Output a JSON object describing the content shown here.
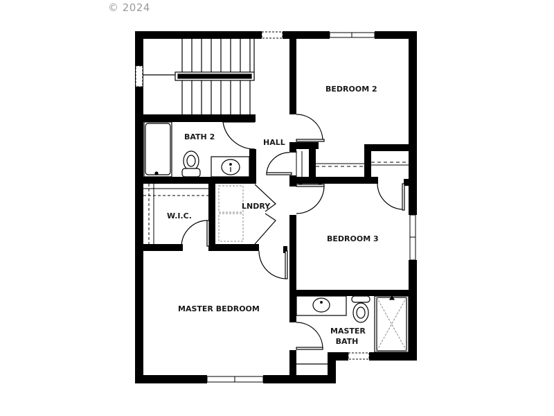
{
  "copyright": "© 2024",
  "plan": {
    "wall_color": "#000000",
    "background": "#ffffff",
    "rooms": [
      {
        "id": "bedroom-2",
        "label": "BEDROOM 2"
      },
      {
        "id": "bath-2",
        "label": "BATH 2"
      },
      {
        "id": "hall",
        "label": "HALL"
      },
      {
        "id": "wic",
        "label": "W.I.C."
      },
      {
        "id": "lndry",
        "label": "LNDRY"
      },
      {
        "id": "bedroom-3",
        "label": "BEDROOM 3"
      },
      {
        "id": "master-bedroom",
        "label": "MASTER BEDROOM"
      },
      {
        "id": "master-bath",
        "label": "MASTER\nBATH"
      }
    ]
  },
  "labels": {
    "bedroom_2": "BEDROOM 2",
    "bath_2": "BATH 2",
    "hall": "HALL",
    "wic": "W.I.C.",
    "lndry": "LNDRY",
    "bedroom_3": "BEDROOM 3",
    "master_bedroom": "MASTER BEDROOM",
    "master_bath_line1": "MASTER",
    "master_bath_line2": "BATH"
  }
}
